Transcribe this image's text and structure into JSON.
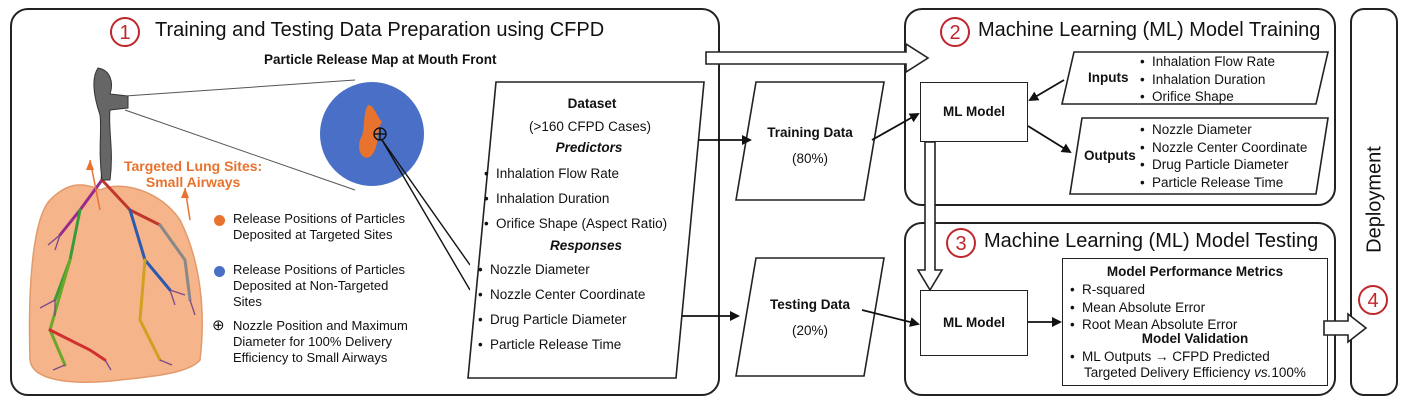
{
  "panel1": {
    "number": "1",
    "title": "Training and Testing Data Preparation using CFPD",
    "map_title": "Particle Release Map at Mouth Front",
    "target_label_line1": "Targeted Lung Sites:",
    "target_label_line2": "Small Airways",
    "legend": [
      {
        "symbol": "orange-dot",
        "color": "#e8732e",
        "line1": "Release Positions of Particles",
        "line2": "Deposited at Targeted Sites",
        "line3": ""
      },
      {
        "symbol": "blue-dot",
        "color": "#4a6fc7",
        "line1": "Release Positions of Particles",
        "line2": "Deposited at Non-Targeted",
        "line3": "Sites"
      },
      {
        "symbol": "circled-plus",
        "glyph": "⊕",
        "line1": "Nozzle Position and Maximum",
        "line2": "Diameter for 100% Delivery",
        "line3": "Efficiency to Small Airways"
      }
    ],
    "dataset": {
      "title": "Dataset",
      "subtitle": "(>160 CFPD Cases)",
      "predictors_label": "Predictors",
      "predictors": [
        "Inhalation Flow Rate",
        "Inhalation Duration",
        "Orifice Shape (Aspect Ratio)"
      ],
      "responses_label": "Responses",
      "responses": [
        "Nozzle Diameter",
        "Nozzle Center Coordinate",
        "Drug Particle Diameter",
        "Particle Release Time"
      ]
    }
  },
  "training_data": {
    "label": "Training Data",
    "pct": "(80%)"
  },
  "testing_data": {
    "label": "Testing Data",
    "pct": "(20%)"
  },
  "panel2": {
    "number": "2",
    "title": "Machine Learning (ML) Model Training",
    "model_label": "ML Model",
    "inputs_label": "Inputs",
    "inputs": [
      "Inhalation Flow Rate",
      "Inhalation Duration",
      "Orifice Shape"
    ],
    "outputs_label": "Outputs",
    "outputs": [
      "Nozzle Diameter",
      "Nozzle Center Coordinate",
      "Drug Particle Diameter",
      "Particle Release Time"
    ]
  },
  "panel3": {
    "number": "3",
    "title": "Machine Learning (ML) Model Testing",
    "model_label": "ML Model",
    "metrics_title": "Model Performance Metrics",
    "metrics": [
      "R-squared",
      "Mean Absolute Error",
      "Root Mean Absolute Error"
    ],
    "validation_title": "Model Validation",
    "validation_line1": "ML Outputs → CFPD Predicted",
    "validation_line2_a": "Targeted Delivery Efficiency ",
    "validation_line2_b": "vs.",
    "validation_line2_c": "100%"
  },
  "deployment": {
    "number": "4",
    "label": "Deployment"
  },
  "colors": {
    "accent_red": "#c0272d",
    "orange": "#e8732e",
    "blue": "#4a6fc7",
    "lung": "#f6b48a"
  }
}
